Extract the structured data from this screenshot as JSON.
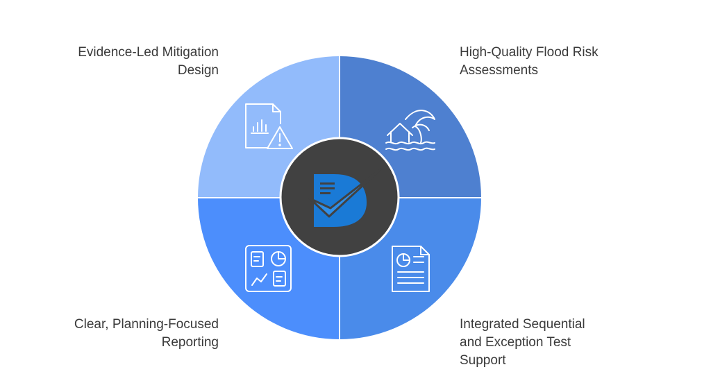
{
  "segments": [
    {
      "label": "High-Quality Flood Risk\nAssessments",
      "color": "#4e80d0",
      "icon": "flood-house-icon"
    },
    {
      "label": "Integrated Sequential\nand Exception Test\nSupport",
      "color": "#4a8bea",
      "icon": "report-document-icon"
    },
    {
      "label": "Clear, Planning-Focused\nReporting",
      "color": "#4c8efc",
      "icon": "dashboard-icon"
    },
    {
      "label": "Evidence-Led Mitigation\nDesign",
      "color": "#92bbfb",
      "icon": "chart-warning-icon"
    }
  ],
  "center": {
    "color": "#414141",
    "icon": "logo-checkmark-icon",
    "logo_colors": [
      "#1a7ad6",
      "#2f8fe8"
    ]
  },
  "line_color": "#ffffff",
  "text_color": "#3a3a3a"
}
